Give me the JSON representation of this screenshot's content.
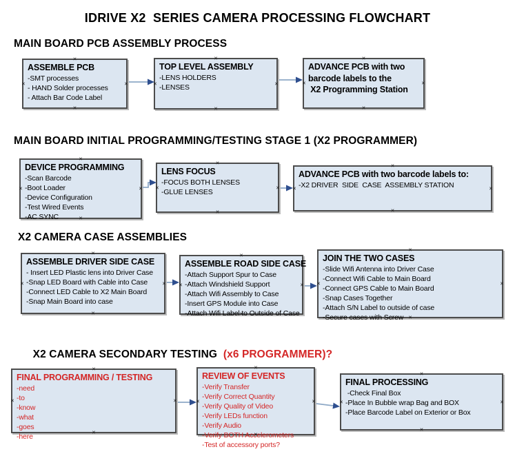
{
  "title": "IDRIVE X2  SERIES CAMERA PROCESSING FLOWCHART",
  "chrome": {
    "handle_glyph": "×"
  },
  "colors": {
    "box_fill": "#dce6f1",
    "box_border": "#4c4c4c",
    "arrow_line": "#8da8c6",
    "arrow_head": "#2f4f8f",
    "accent_red": "#d42626",
    "text": "#000000"
  },
  "sections": [
    {
      "heading": "MAIN BOARD PCB ASSEMBLY PROCESS",
      "boxes": [
        {
          "title": "ASSEMBLE PCB",
          "items": [
            "-SMT processes",
            "- HAND Solder processes",
            "- Attach Bar Code Label"
          ]
        },
        {
          "title": "TOP LEVEL ASSEMBLY",
          "items": [
            "-LENS HOLDERS",
            "-LENSES"
          ]
        },
        {
          "title": "ADVANCE PCB with two",
          "items": [
            "barcode labels to the",
            " X2 Programming Station"
          ]
        }
      ]
    },
    {
      "heading": "MAIN BOARD INITIAL PROGRAMMING/TESTING STAGE 1 (X2 PROGRAMMER)",
      "boxes": [
        {
          "title": "DEVICE PROGRAMMING",
          "items": [
            "-Scan Barcode",
            "-Boot Loader",
            "-Device Configuration",
            "-Test Wired Events",
            "-AC SYNC"
          ]
        },
        {
          "title": "LENS FOCUS",
          "items": [
            "-FOCUS BOTH LENSES",
            "-GLUE LENSES"
          ]
        },
        {
          "title": "ADVANCE PCB with two barcode labels to:",
          "items": [
            "-X2 DRIVER  SIDE  CASE  ASSEMBLY STATION"
          ]
        }
      ]
    },
    {
      "heading": "X2 CAMERA CASE ASSEMBLIES",
      "boxes": [
        {
          "title": "ASSEMBLE DRIVER SIDE CASE",
          "items": [
            "- Insert LED Plastic lens into Driver Case",
            "-Snap LED Board with Cable into Case",
            "-Connect LED Cable to X2 Main Board",
            "-Snap Main Board into case"
          ]
        },
        {
          "title": "ASSEMBLE ROAD SIDE CASE",
          "items": [
            "-Attach Support Spur to Case",
            "-Attach Windshield Support",
            "-Attach Wifi Assembly to Case",
            "-Insert GPS Module into Case",
            "-Attach Wifi Label to Outside of Case"
          ]
        },
        {
          "title": "JOIN THE TWO CASES",
          "items": [
            "-Slide Wifi Antenna into Driver Case",
            "-Connect Wifi Cable to Main Board",
            "-Connect GPS Cable to Main Board",
            "-Snap Cases Together",
            "-Attach S/N Label to outside of case",
            "-Secure cases with Screw"
          ]
        }
      ]
    },
    {
      "heading": "X2 CAMERA SECONDARY TESTING  ",
      "heading_accent": "(x6 PROGRAMMER)?",
      "boxes": [
        {
          "title": "FINAL PROGRAMMING / TESTING",
          "items": [
            "-need",
            "-to",
            "-know",
            "-what",
            "-goes",
            "-here"
          ]
        },
        {
          "title": "REVIEW OF EVENTS",
          "items": [
            "-Verify Transfer",
            "-Verify Correct Quantity",
            "-Verify Quality of Video",
            "-Verify LEDs function",
            "-Verify Audio",
            "-Verify BOTH Accelerometers",
            "-Test of accessory ports?"
          ]
        },
        {
          "title": "FINAL PROCESSING",
          "items": [
            " -Check Final Box",
            "-Place In Bubble wrap Bag and BOX",
            "-Place Barcode Label on Exterior or Box"
          ]
        }
      ]
    }
  ]
}
